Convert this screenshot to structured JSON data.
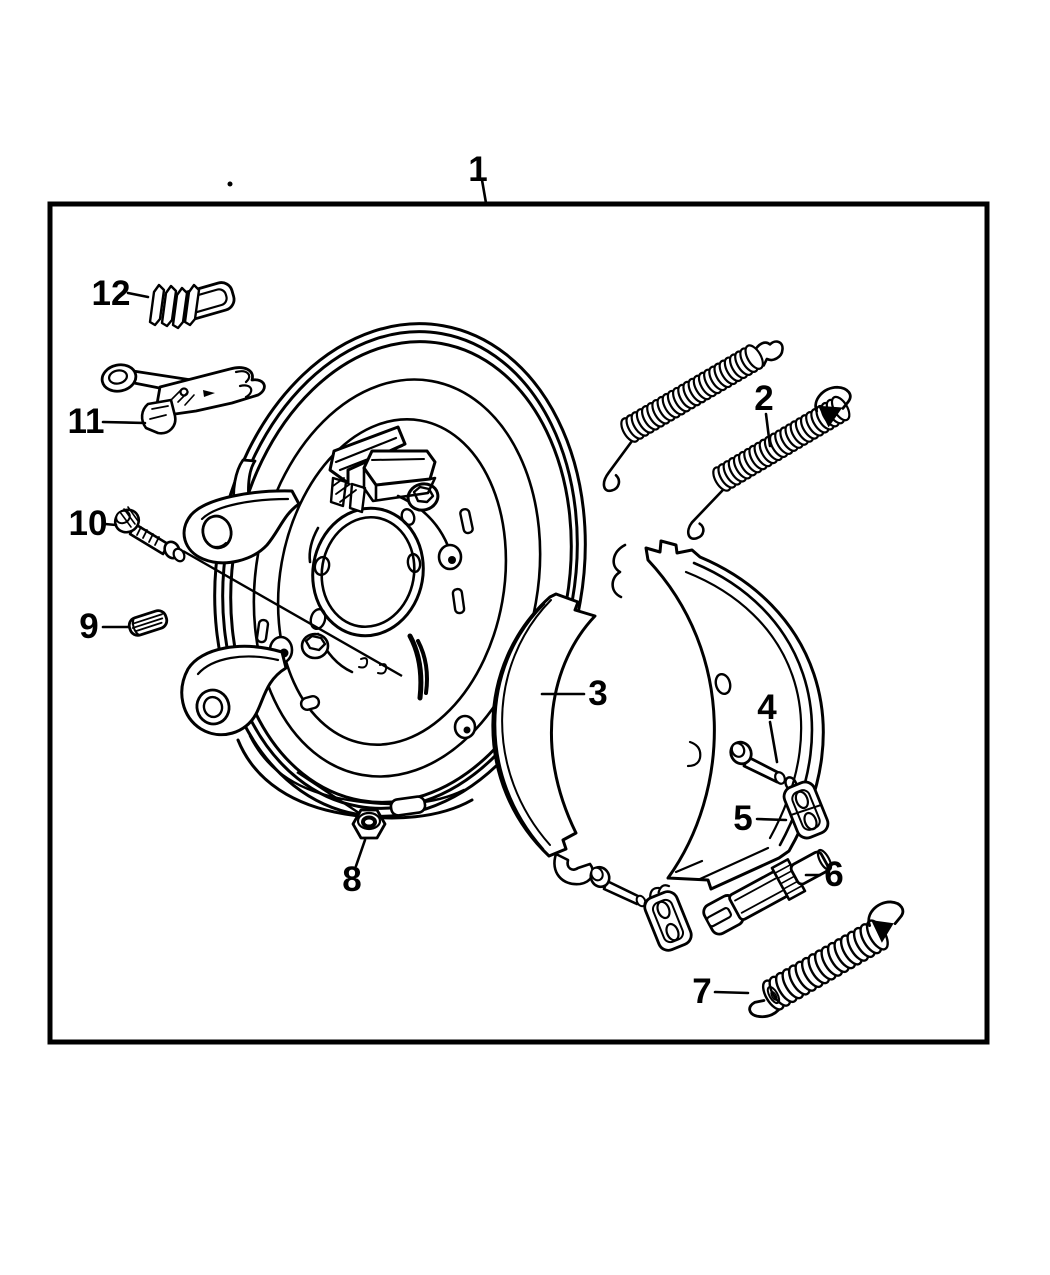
{
  "figure": {
    "background": "#ffffff",
    "line_color": "#000000",
    "type": "exploded-parts-diagram",
    "callouts": [
      {
        "label": "1",
        "part": "parking-brake-kit-frame"
      },
      {
        "label": "2",
        "part": "upper-return-springs"
      },
      {
        "label": "3",
        "part": "brake-shoe-set"
      },
      {
        "label": "4",
        "part": "shoe-hold-down-pin"
      },
      {
        "label": "5",
        "part": "hold-down-clip"
      },
      {
        "label": "6",
        "part": "shoe-adjuster"
      },
      {
        "label": "7",
        "part": "lower-return-spring"
      },
      {
        "label": "8",
        "part": "hex-nut"
      },
      {
        "label": "9",
        "part": "retainer-clip"
      },
      {
        "label": "10",
        "part": "mounting-bolt"
      },
      {
        "label": "11",
        "part": "actuating-lever"
      },
      {
        "label": "12",
        "part": "shoe-retainer-stack"
      }
    ]
  }
}
